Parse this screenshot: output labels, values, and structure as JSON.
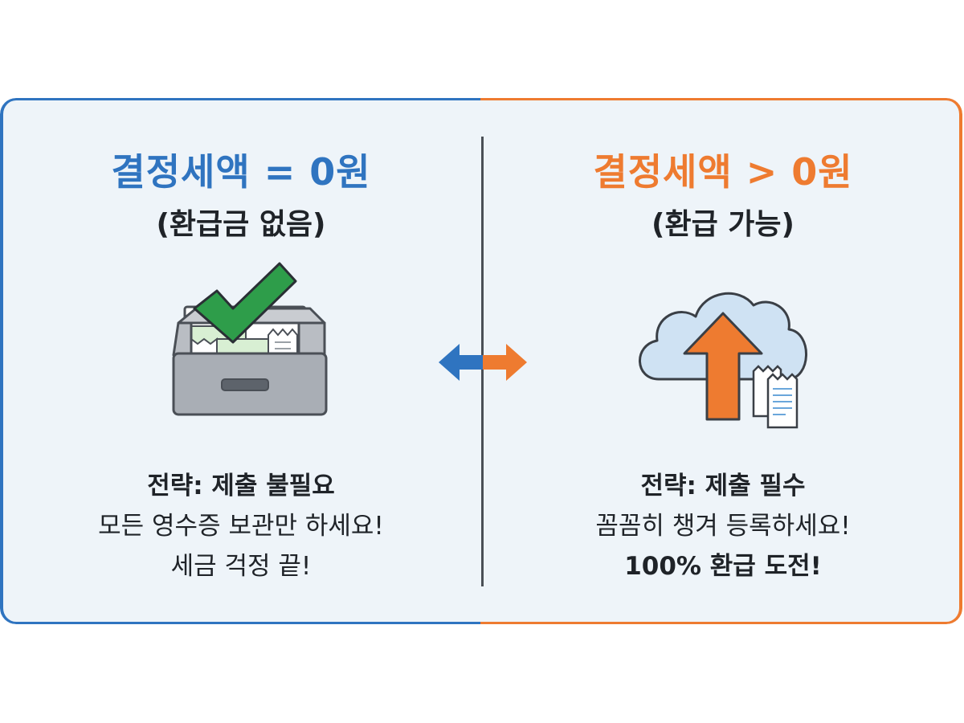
{
  "left": {
    "title": "결정세액 = 0원",
    "subtitle": "(환급금 없음)",
    "strategy": "전략: 제출 불필요",
    "line1": "모든 영수증 보관만 하세요!",
    "line2": "세금 걱정 끝!",
    "accent": "#2f74c0",
    "icon": "file-drawer-check-icon"
  },
  "right": {
    "title": "결정세액 > 0원",
    "subtitle": "(환급 가능)",
    "strategy": "전략: 제출 필수",
    "line1": "꼼꼼히 챙겨 등록하세요!",
    "line2": "100% 환급 도전!",
    "accent": "#ee7b30",
    "icon": "cloud-upload-icon"
  },
  "center": {
    "icon": "bidirectional-arrow-icon"
  }
}
